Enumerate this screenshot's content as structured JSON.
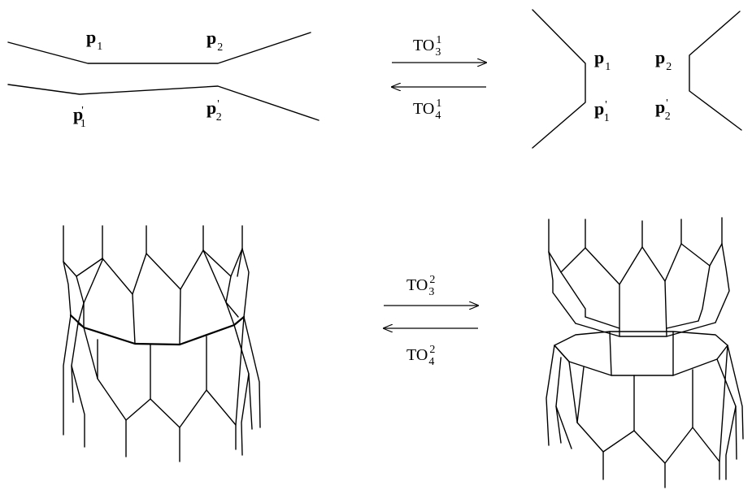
{
  "top_left": {
    "p1": {
      "letter": "p",
      "sub": "1"
    },
    "p2": {
      "letter": "p",
      "sub": "2"
    },
    "p1p": {
      "letter": "p",
      "sub": "1",
      "prime": "'"
    },
    "p2p": {
      "letter": "p",
      "sub": "2",
      "prime": "'"
    }
  },
  "top_right": {
    "p1": {
      "letter": "p",
      "sub": "1"
    },
    "p2": {
      "letter": "p",
      "sub": "2"
    },
    "p1p": {
      "letter": "p",
      "sub": "1",
      "prime": "'"
    },
    "p2p": {
      "letter": "p",
      "sub": "2",
      "prime": "'"
    }
  },
  "top_ops": {
    "forward": {
      "base": "TO",
      "sub": "3",
      "sup": "1"
    },
    "backward": {
      "base": "TO",
      "sub": "4",
      "sup": "1"
    }
  },
  "bottom_ops": {
    "forward": {
      "base": "TO",
      "sub": "3",
      "sup": "2"
    },
    "backward": {
      "base": "TO",
      "sub": "4",
      "sup": "2"
    }
  }
}
